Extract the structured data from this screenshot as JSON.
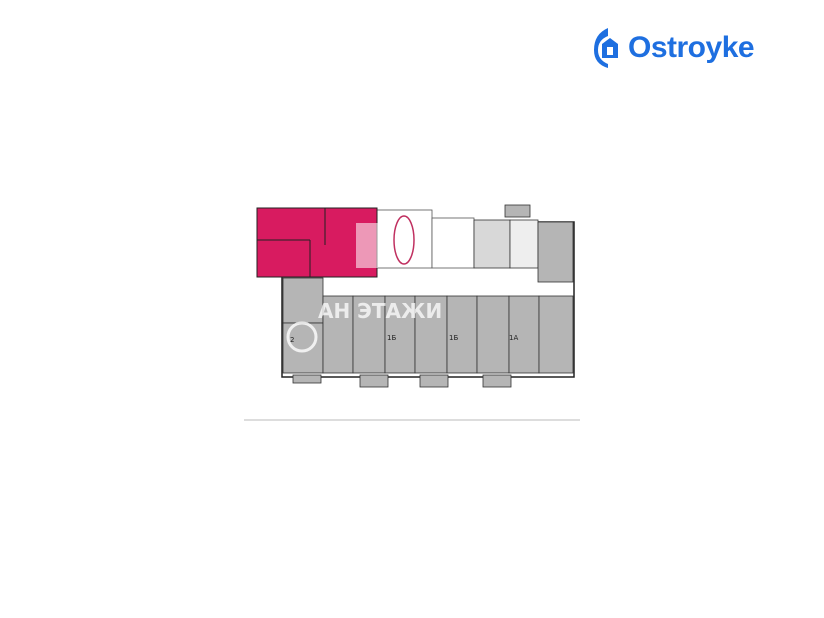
{
  "brand": {
    "name": "Ostroyke",
    "color": "#1e6fe0"
  },
  "floor_plan": {
    "highlight_color": "#d81b60",
    "room_color": "#b5b5b5",
    "room_labels": [
      "2",
      "1Б",
      "1Б",
      "1А"
    ],
    "watermark": "АН ЭТАЖИ"
  }
}
